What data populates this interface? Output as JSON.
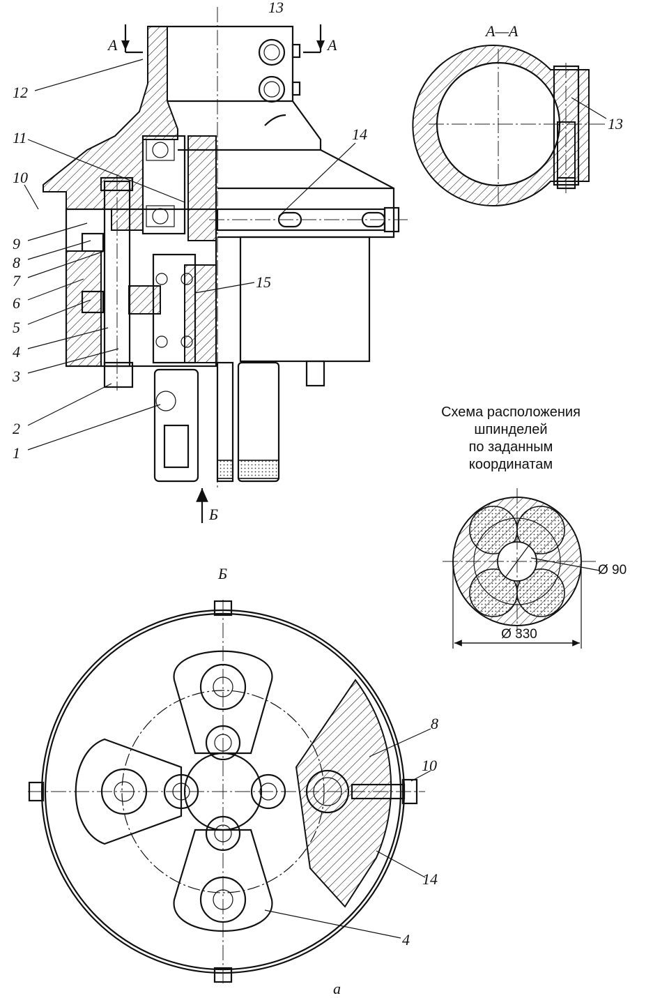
{
  "labels": {
    "n1": "1",
    "n2": "2",
    "n3": "3",
    "n4": "4",
    "n5": "5",
    "n6": "6",
    "n7": "7",
    "n8": "8",
    "n9": "9",
    "n10": "10",
    "n11": "11",
    "n12": "12",
    "n13": "13",
    "n14": "14",
    "n15": "15",
    "sec_a": "A",
    "section_aa": "A—A",
    "view_b": "Б",
    "fig_a": "а"
  },
  "scheme": {
    "caption": [
      "Схема расположения",
      "шпинделей",
      "по заданным",
      "координатам"
    ],
    "dim_inner": "Ø 90",
    "dim_outer": "Ø 330"
  }
}
